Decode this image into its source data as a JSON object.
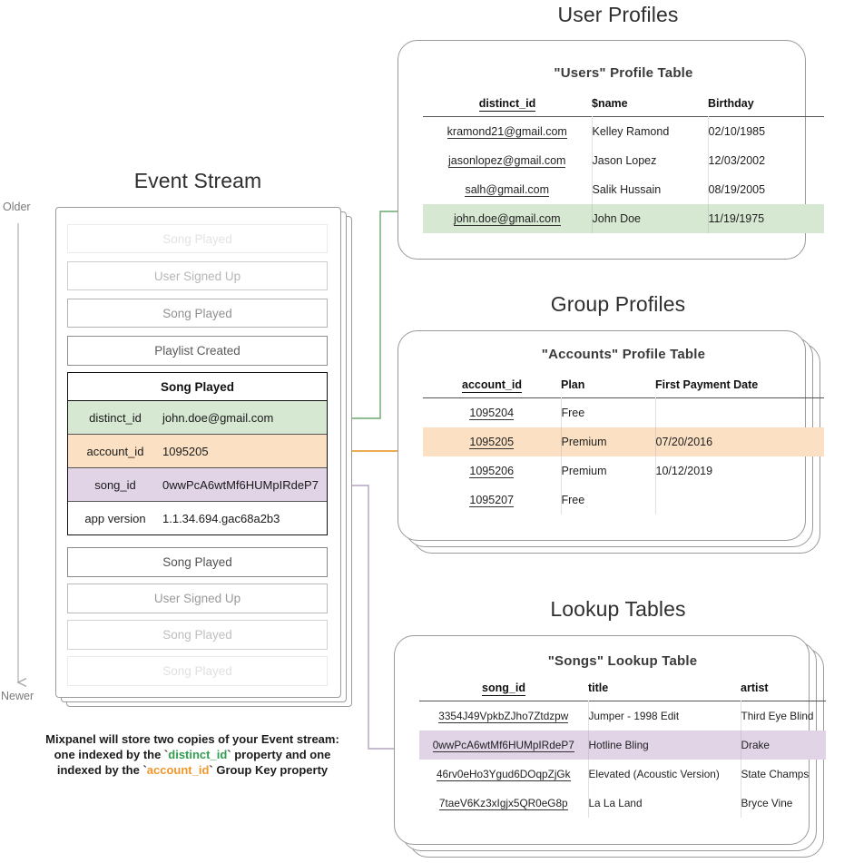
{
  "sections": {
    "user_profiles_title": "User Profiles",
    "group_profiles_title": "Group Profiles",
    "lookup_tables_title": "Lookup Tables",
    "event_stream_title": "Event Stream"
  },
  "timeline": {
    "older_label": "Older",
    "newer_label": "Newer"
  },
  "event_stream": {
    "faded_top": [
      {
        "label": "Song Played",
        "opacity": 0.13
      },
      {
        "label": "User Signed Up",
        "opacity": 0.34
      },
      {
        "label": "Song Played",
        "opacity": 0.52
      },
      {
        "label": "Playlist Created",
        "opacity": 0.78
      }
    ],
    "focused_event": {
      "name": "Song Played",
      "properties": [
        {
          "key": "distinct_id",
          "value": "john.doe@gmail.com",
          "highlight": "green"
        },
        {
          "key": "account_id",
          "value": "1095205",
          "highlight": "orange"
        },
        {
          "key": "song_id",
          "value": "0wwPcA6wtMf6HUMpIRdeP7",
          "highlight": "purple"
        },
        {
          "key": "app version",
          "value": "1.1.34.694.gac68a2b3",
          "highlight": "none"
        }
      ]
    },
    "faded_bottom": [
      {
        "label": "Song Played",
        "opacity": 0.82
      },
      {
        "label": "User Signed Up",
        "opacity": 0.48
      },
      {
        "label": "Song Played",
        "opacity": 0.3
      },
      {
        "label": "Song Played",
        "opacity": 0.14
      }
    ]
  },
  "users_table": {
    "title": "\"Users\" Profile Table",
    "columns": [
      "distinct_id",
      "$name",
      "Birthday"
    ],
    "rows": [
      {
        "cells": [
          "kramond21@gmail.com",
          "Kelley Ramond",
          "02/10/1985"
        ],
        "highlight": "none"
      },
      {
        "cells": [
          "jasonlopez@gmail.com",
          "Jason Lopez",
          "12/03/2002"
        ],
        "highlight": "none"
      },
      {
        "cells": [
          "salh@gmail.com",
          "Salik Hussain",
          "08/19/2005"
        ],
        "highlight": "none"
      },
      {
        "cells": [
          "john.doe@gmail.com",
          "John Doe",
          "11/19/1975"
        ],
        "highlight": "green"
      }
    ]
  },
  "accounts_table": {
    "title": "\"Accounts\" Profile Table",
    "columns": [
      "account_id",
      "Plan",
      "First Payment Date"
    ],
    "rows": [
      {
        "cells": [
          "1095204",
          "Free",
          ""
        ],
        "highlight": "none"
      },
      {
        "cells": [
          "1095205",
          "Premium",
          "07/20/2016"
        ],
        "highlight": "orange"
      },
      {
        "cells": [
          "1095206",
          "Premium",
          "10/12/2019"
        ],
        "highlight": "none"
      },
      {
        "cells": [
          "1095207",
          "Free",
          ""
        ],
        "highlight": "none"
      }
    ]
  },
  "songs_table": {
    "title": "\"Songs\" Lookup Table",
    "columns": [
      "song_id",
      "title",
      "artist"
    ],
    "rows": [
      {
        "cells": [
          "3354J49VpkbZJho7Ztdzpw",
          "Jumper - 1998 Edit",
          "Third Eye Blind"
        ],
        "highlight": "none"
      },
      {
        "cells": [
          "0wwPcA6wtMf6HUMpIRdeP7",
          "Hotline Bling",
          "Drake"
        ],
        "highlight": "purple"
      },
      {
        "cells": [
          "46rv0eHo3Ygud6DOqpZjGk",
          "Elevated (Acoustic Version)",
          "State Champs"
        ],
        "highlight": "none"
      },
      {
        "cells": [
          "7taeV6Kz3xIgjx5QR0eG8p",
          "La La Land",
          "Bryce Vine"
        ],
        "highlight": "none"
      }
    ]
  },
  "caption": {
    "line1": "Mixpanel will store two copies of your Event stream:",
    "line2_pre": "one indexed by the `",
    "line2_key": "distinct_id",
    "line2_post": "` property and one",
    "line3_pre": "indexed by the `",
    "line3_key": "account_id",
    "line3_post": "` Group Key property"
  },
  "colors": {
    "green_highlight": "#d6e7d2",
    "orange_highlight": "#fbe0c4",
    "purple_highlight": "#e0d4e6",
    "green_wire": "#6aa86f",
    "orange_wire": "#e8a03c",
    "purple_wire": "#b8a5c4",
    "card_border": "#9a9a9a"
  }
}
